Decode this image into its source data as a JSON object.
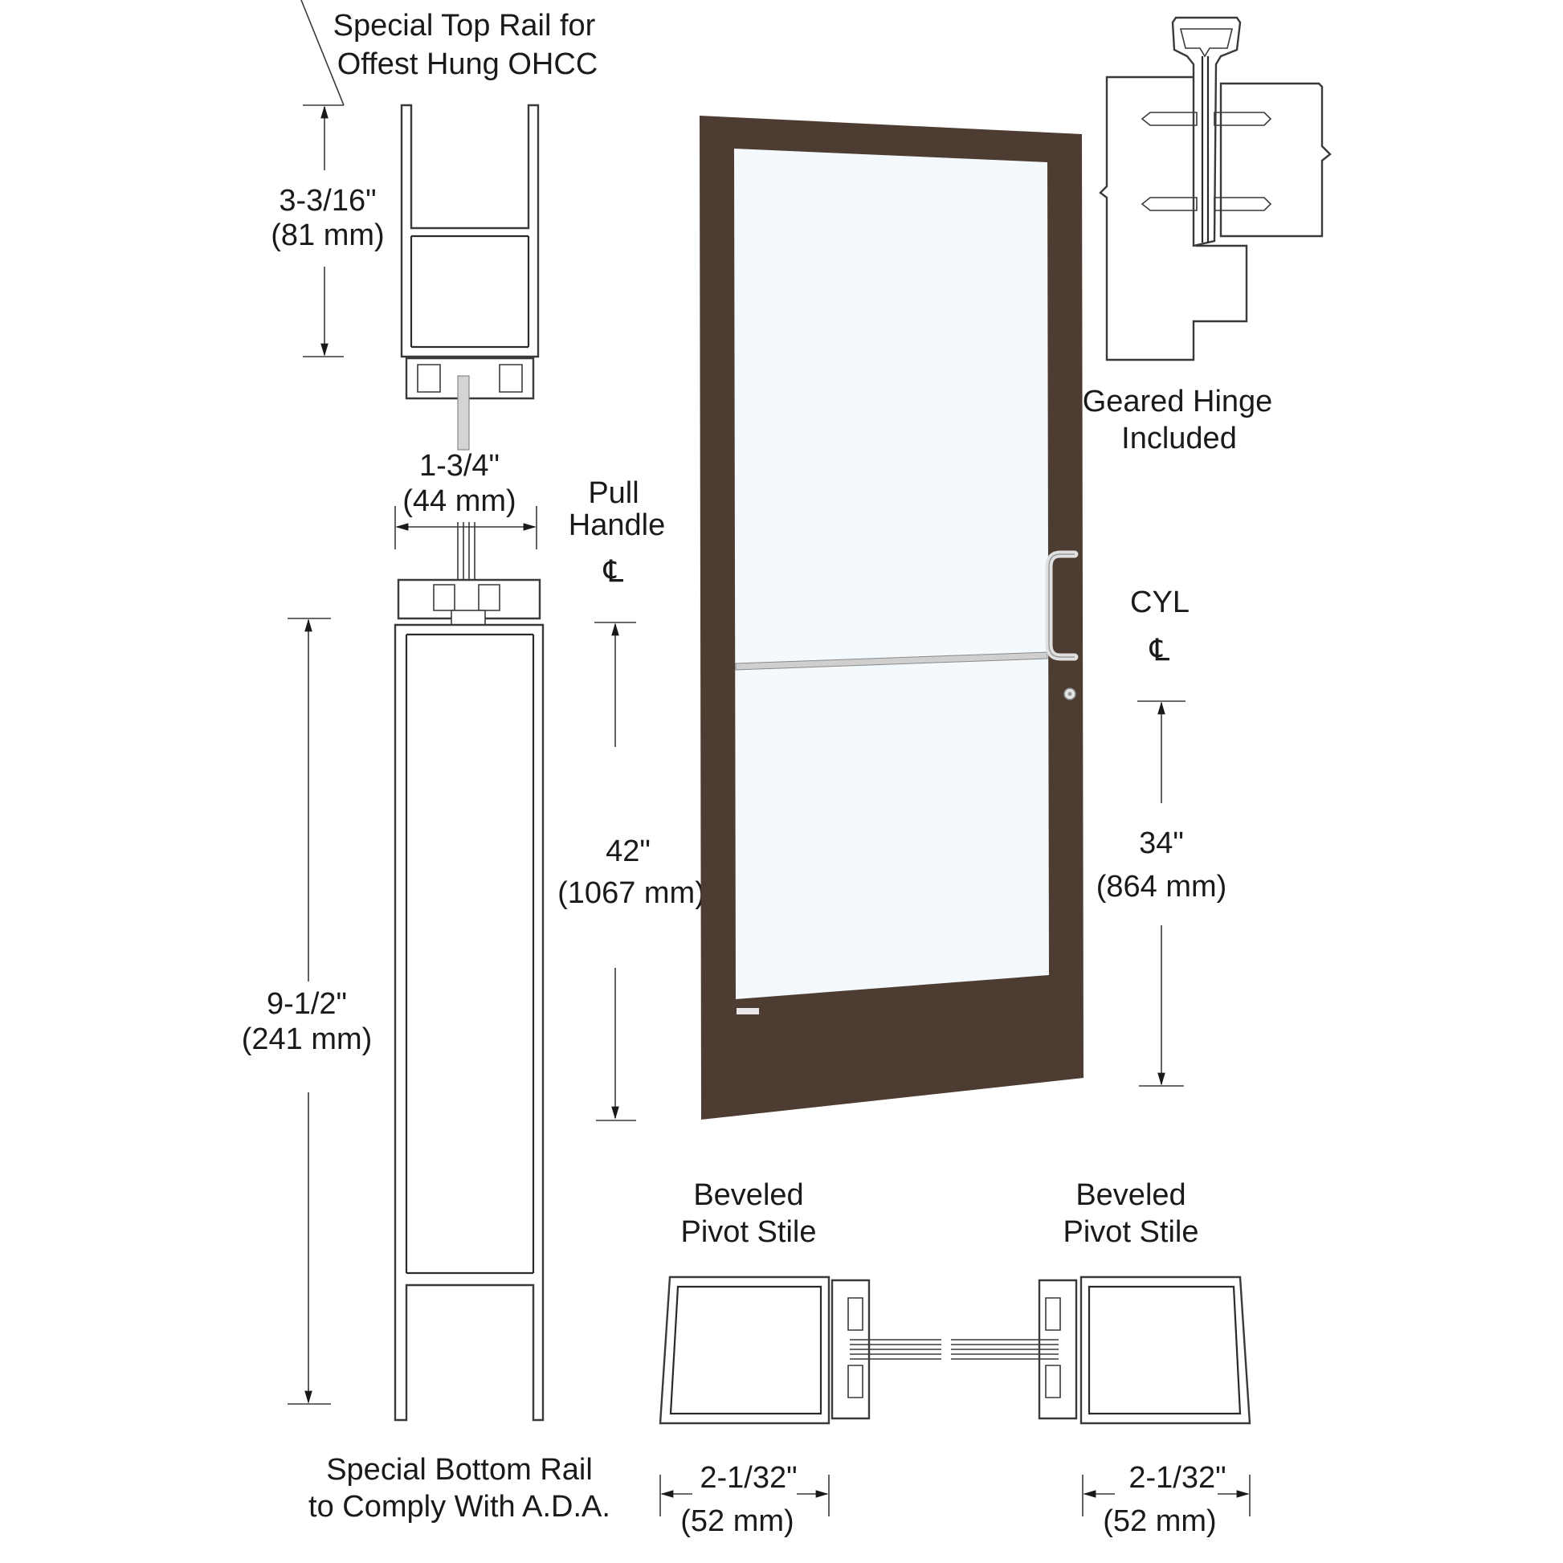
{
  "colors": {
    "door_frame": "#4d3c31",
    "glass": "#f3f9fd",
    "hardware": "#d9d9d9",
    "line": "#2a2a2a"
  },
  "labels": {
    "top_rail": [
      "Special Top Rail for",
      "Offest Hung OHCC"
    ],
    "bottom_rail": [
      "Special Bottom Rail",
      "to Comply With A.D.A."
    ],
    "geared_hinge": [
      "Geared Hinge",
      "Included"
    ],
    "pull_handle": [
      "Pull",
      "Handle"
    ],
    "cylinder": "CYL",
    "centerline_symbol": "℄",
    "pivot_stile_left": [
      "Beveled",
      "Pivot Stile"
    ],
    "pivot_stile_right": [
      "Beveled",
      "Pivot Stile"
    ]
  },
  "dimensions": {
    "top_rail_height": {
      "imperial": "3-3/16\"",
      "metric": "(81 mm)"
    },
    "door_thickness": {
      "imperial": "1-3/4\"",
      "metric": "(44 mm)"
    },
    "bottom_rail_height": {
      "imperial": "9-1/2\"",
      "metric": "(241 mm)"
    },
    "pull_handle_height": {
      "imperial": "42\"",
      "metric": "(1067 mm)"
    },
    "cylinder_height": {
      "imperial": "34\"",
      "metric": "(864 mm)"
    },
    "stile_width_left": {
      "imperial": "2-1/32\"",
      "metric": "(52 mm)"
    },
    "stile_width_right": {
      "imperial": "2-1/32\"",
      "metric": "(52 mm)"
    }
  }
}
